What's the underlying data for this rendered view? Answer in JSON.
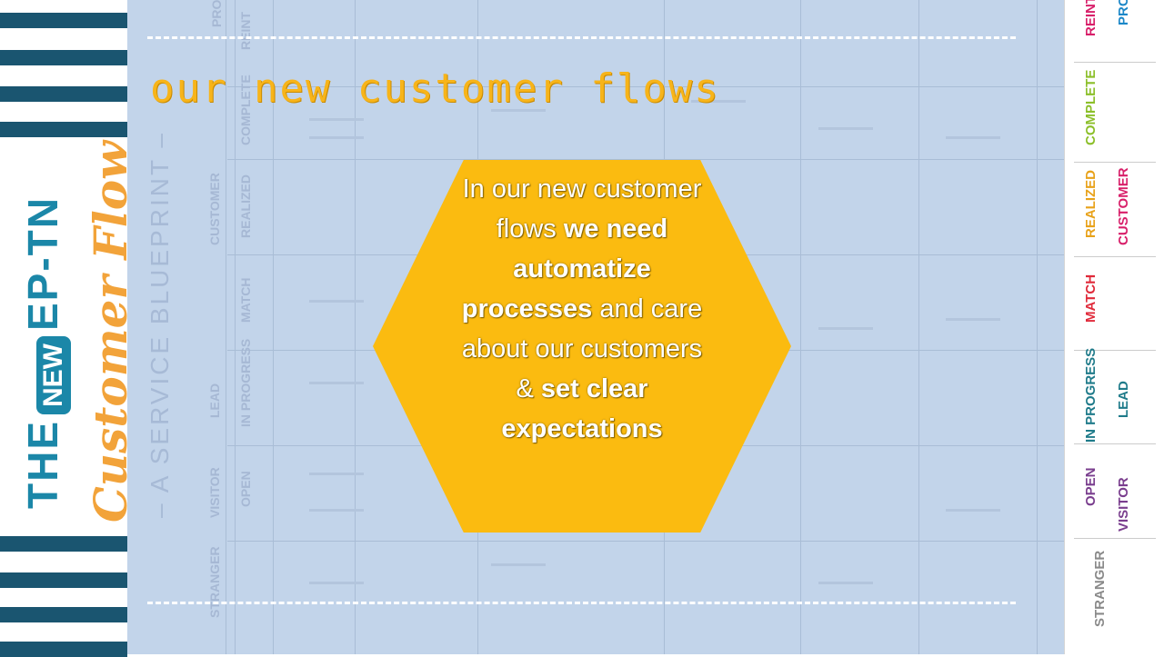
{
  "left_panel": {
    "title_the": "THE",
    "title_new": "NEW",
    "title_eptn": "EP-TN",
    "subtitle": "Customer Flow"
  },
  "blueprint": {
    "side_text": "– A SERVICE BLUEPRINT –",
    "stage_labels": [
      "STRANGER",
      "VISITOR",
      "OPEN",
      "LEAD",
      "IN PROGRESS",
      "MATCH",
      "CUSTOMER",
      "REALIZED",
      "COMPLETE",
      "REINT",
      "PRO"
    ]
  },
  "right_legend": {
    "labels": [
      {
        "text": "STRANGER",
        "color": "#8a8a8a"
      },
      {
        "text": "VISITOR",
        "color": "#7a3e8e"
      },
      {
        "text": "OPEN",
        "color": "#7a3e8e"
      },
      {
        "text": "LEAD",
        "color": "#1f7b8a"
      },
      {
        "text": "IN PROGRESS",
        "color": "#1f7b8a"
      },
      {
        "text": "MATCH",
        "color": "#e02a3a"
      },
      {
        "text": "CUSTOMER",
        "color": "#d8206a"
      },
      {
        "text": "REALIZED",
        "color": "#e8a21a"
      },
      {
        "text": "COMPLETE",
        "color": "#8cbf2a"
      },
      {
        "text": "REINT",
        "color": "#d8206a"
      },
      {
        "text": "PRO",
        "color": "#1b87c8"
      }
    ]
  },
  "heading": "our new customer flows",
  "hexagon": {
    "line1": "In our new customer flows ",
    "bold1": "we need automatize processes",
    "line2": " and care about our customers & ",
    "bold2": "set clear expectations"
  },
  "colors": {
    "accent_yellow": "#fbbb10",
    "blueprint_bg": "#c2d4ea",
    "stripe_navy": "#1a5570"
  }
}
